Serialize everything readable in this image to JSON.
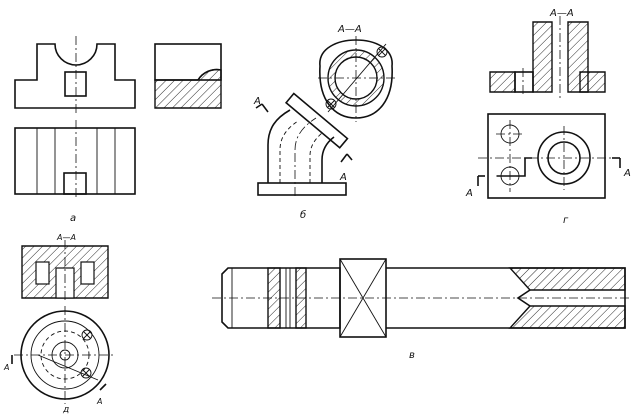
{
  "section_label": "A—A",
  "cut_letter": "A",
  "figure_labels": {
    "a": "а",
    "b": "б",
    "v": "в",
    "g": "г",
    "d": "д"
  }
}
